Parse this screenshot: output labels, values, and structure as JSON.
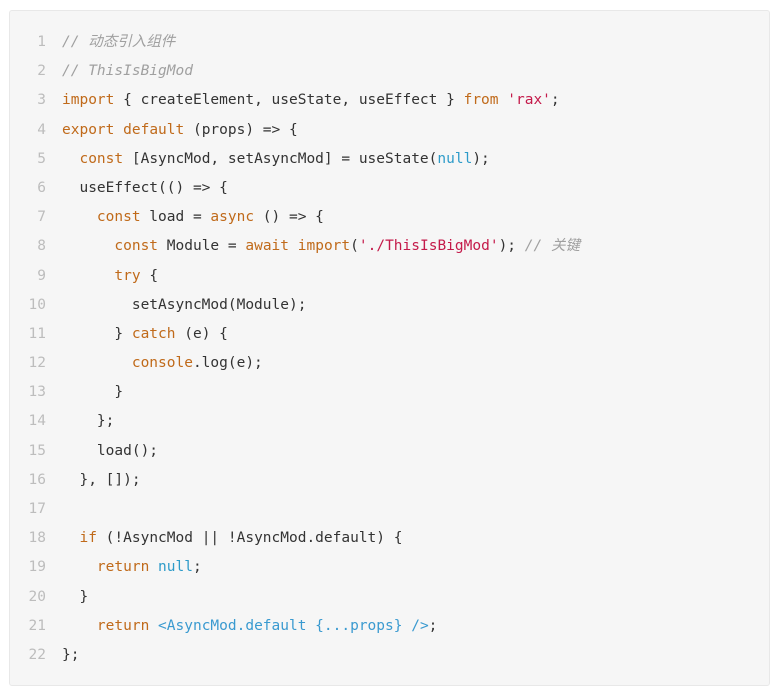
{
  "code": {
    "colors": {
      "background": "#f6f6f6",
      "comment": "#a0a0a0",
      "keyword": "#c06a1a",
      "string": "#c41a4a",
      "literal": "#2d9bc9",
      "text": "#333333",
      "line_number": "#bdbdbd"
    },
    "lines": [
      {
        "num": "1",
        "tokens": [
          {
            "t": "// 动态引入组件",
            "k": "c"
          }
        ]
      },
      {
        "num": "2",
        "tokens": [
          {
            "t": "// ThisIsBigMod",
            "k": "c"
          }
        ]
      },
      {
        "num": "3",
        "tokens": [
          {
            "t": "import",
            "k": "k"
          },
          {
            "t": " { createElement, useState, useEffect } ",
            "k": ""
          },
          {
            "t": "from",
            "k": "k"
          },
          {
            "t": " ",
            "k": ""
          },
          {
            "t": "'rax'",
            "k": "s"
          },
          {
            "t": ";",
            "k": ""
          }
        ]
      },
      {
        "num": "4",
        "tokens": [
          {
            "t": "export",
            "k": "k"
          },
          {
            "t": " ",
            "k": ""
          },
          {
            "t": "default",
            "k": "k"
          },
          {
            "t": " (props) => {",
            "k": ""
          }
        ]
      },
      {
        "num": "5",
        "tokens": [
          {
            "t": "  ",
            "k": ""
          },
          {
            "t": "const",
            "k": "k"
          },
          {
            "t": " [AsyncMod, setAsyncMod] = useState(",
            "k": ""
          },
          {
            "t": "null",
            "k": "n"
          },
          {
            "t": ");",
            "k": ""
          }
        ]
      },
      {
        "num": "6",
        "tokens": [
          {
            "t": "  useEffect(() => {",
            "k": ""
          }
        ]
      },
      {
        "num": "7",
        "tokens": [
          {
            "t": "    ",
            "k": ""
          },
          {
            "t": "const",
            "k": "k"
          },
          {
            "t": " load = ",
            "k": ""
          },
          {
            "t": "async",
            "k": "k"
          },
          {
            "t": " () => {",
            "k": ""
          }
        ]
      },
      {
        "num": "8",
        "tokens": [
          {
            "t": "      ",
            "k": ""
          },
          {
            "t": "const",
            "k": "k"
          },
          {
            "t": " Module = ",
            "k": ""
          },
          {
            "t": "await",
            "k": "k"
          },
          {
            "t": " ",
            "k": ""
          },
          {
            "t": "import",
            "k": "k"
          },
          {
            "t": "(",
            "k": ""
          },
          {
            "t": "'./ThisIsBigMod'",
            "k": "s"
          },
          {
            "t": "); ",
            "k": ""
          },
          {
            "t": "// 关键",
            "k": "c"
          }
        ]
      },
      {
        "num": "9",
        "tokens": [
          {
            "t": "      ",
            "k": ""
          },
          {
            "t": "try",
            "k": "k"
          },
          {
            "t": " {",
            "k": ""
          }
        ]
      },
      {
        "num": "10",
        "tokens": [
          {
            "t": "        setAsyncMod(Module);",
            "k": ""
          }
        ]
      },
      {
        "num": "11",
        "tokens": [
          {
            "t": "      } ",
            "k": ""
          },
          {
            "t": "catch",
            "k": "k"
          },
          {
            "t": " (e) {",
            "k": ""
          }
        ]
      },
      {
        "num": "12",
        "tokens": [
          {
            "t": "        ",
            "k": ""
          },
          {
            "t": "console",
            "k": "k"
          },
          {
            "t": ".log(e);",
            "k": ""
          }
        ]
      },
      {
        "num": "13",
        "tokens": [
          {
            "t": "      }",
            "k": ""
          }
        ]
      },
      {
        "num": "14",
        "tokens": [
          {
            "t": "    };",
            "k": ""
          }
        ]
      },
      {
        "num": "15",
        "tokens": [
          {
            "t": "    load();",
            "k": ""
          }
        ]
      },
      {
        "num": "16",
        "tokens": [
          {
            "t": "  }, []);",
            "k": ""
          }
        ]
      },
      {
        "num": "17",
        "tokens": []
      },
      {
        "num": "18",
        "tokens": [
          {
            "t": "  ",
            "k": ""
          },
          {
            "t": "if",
            "k": "k"
          },
          {
            "t": " (!AsyncMod || !AsyncMod.default) {",
            "k": ""
          }
        ]
      },
      {
        "num": "19",
        "tokens": [
          {
            "t": "    ",
            "k": ""
          },
          {
            "t": "return",
            "k": "k"
          },
          {
            "t": " ",
            "k": ""
          },
          {
            "t": "null",
            "k": "n"
          },
          {
            "t": ";",
            "k": ""
          }
        ]
      },
      {
        "num": "20",
        "tokens": [
          {
            "t": "  }",
            "k": ""
          }
        ]
      },
      {
        "num": "21",
        "tokens": [
          {
            "t": "    ",
            "k": ""
          },
          {
            "t": "return",
            "k": "k"
          },
          {
            "t": " ",
            "k": ""
          },
          {
            "t": "<AsyncMod.default {...props} />",
            "k": "t"
          },
          {
            "t": ";",
            "k": ""
          }
        ]
      },
      {
        "num": "22",
        "tokens": [
          {
            "t": "};",
            "k": ""
          }
        ]
      }
    ]
  }
}
